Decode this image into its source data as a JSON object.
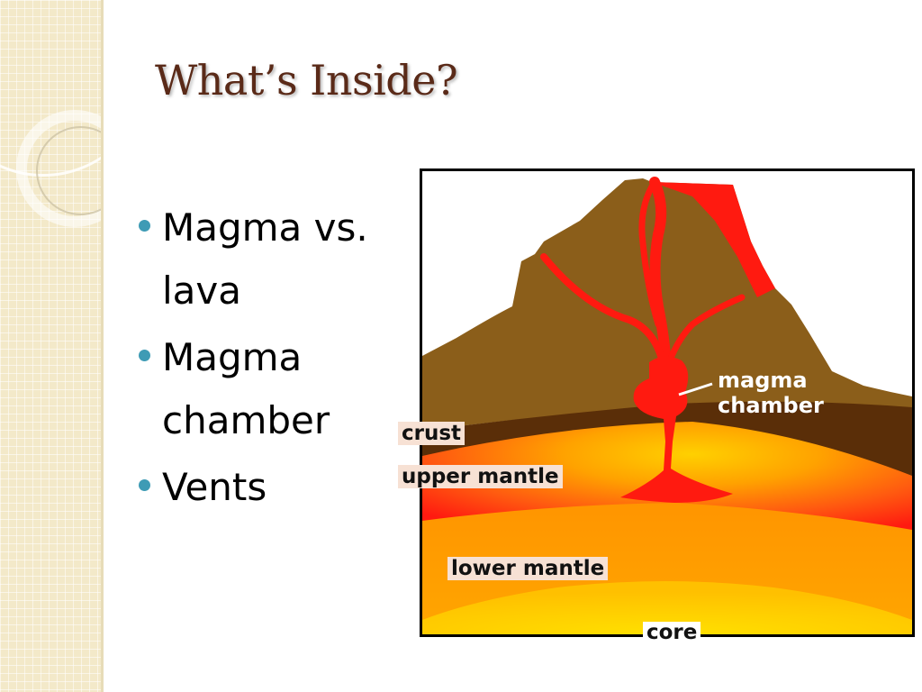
{
  "slide": {
    "title": "What’s Inside?",
    "bullets": [
      {
        "text": "Magma vs. lava"
      },
      {
        "text": "Magma chamber"
      },
      {
        "text": "Vents"
      }
    ]
  },
  "diagram": {
    "labels": {
      "magma_chamber_line1": "magma",
      "magma_chamber_line2": "chamber",
      "crust": "crust",
      "upper_mantle": "upper mantle",
      "lower_mantle": "lower mantle",
      "core": "core"
    }
  },
  "colors": {
    "title": "#5a2a18",
    "bullet": "#3e9bb5",
    "volcano": "#8b5e1a",
    "crust": "#5a2e08",
    "magma": "#ff1a10",
    "lower_mantle": "#ff9a00",
    "core": "#ffd000",
    "sidebar": "#f3e9c9"
  }
}
